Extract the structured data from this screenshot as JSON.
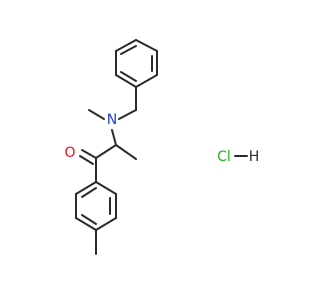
{
  "molecule": {
    "atoms": {
      "oxygen": {
        "symbol": "O",
        "color": "#e8101a"
      },
      "nitrogen": {
        "symbol": "N",
        "color": "#1f3fd6"
      },
      "chlorine": {
        "symbol": "Cl",
        "color": "#1fb51f"
      },
      "hydrogen": {
        "symbol": "H",
        "color": "#2b2b2b"
      }
    },
    "bond_color": "#2b2b2b"
  }
}
